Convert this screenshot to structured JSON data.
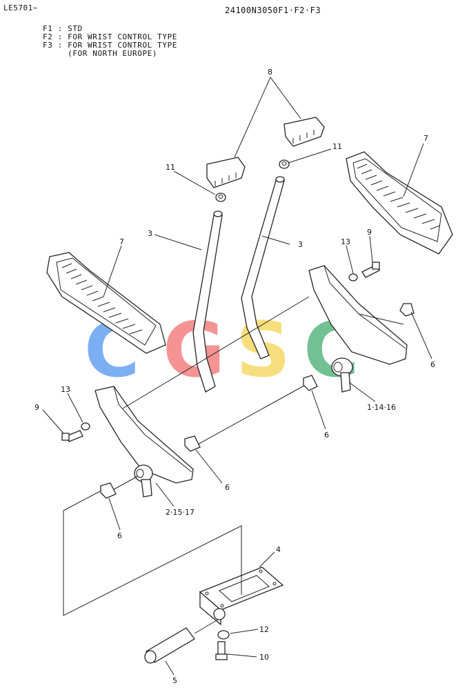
{
  "header": {
    "left_code": "LE5701~",
    "right_code": "24100N3050F1·F2·F3"
  },
  "notes": [
    "F1 : STD",
    "F2 : FOR WRIST CONTROL TYPE",
    "F3 : FOR WRIST CONTROL TYPE",
    "     (FOR NORTH EUROPE)"
  ],
  "watermark": {
    "letters": [
      "C",
      "G",
      "S",
      "C"
    ],
    "colors": [
      "#4a8ff0",
      "#f06a6a",
      "#f5d24a",
      "#3daa6a"
    ]
  },
  "callouts": {
    "c8": "8",
    "c7_right": "7",
    "c11_left": "11",
    "c11_right": "11",
    "c3_left": "3",
    "c3_right": "3",
    "c7_left": "7",
    "c13_right": "13",
    "c9_right": "9",
    "c6_right": "6",
    "c1_14_16": "1·14·16",
    "c6_mid": "6",
    "c13_left": "13",
    "c9_left": "9",
    "c6_center": "6",
    "c2_15_17": "2·15·17",
    "c6_left": "6",
    "c4": "4",
    "c12": "12",
    "c10": "10",
    "c5": "5"
  }
}
